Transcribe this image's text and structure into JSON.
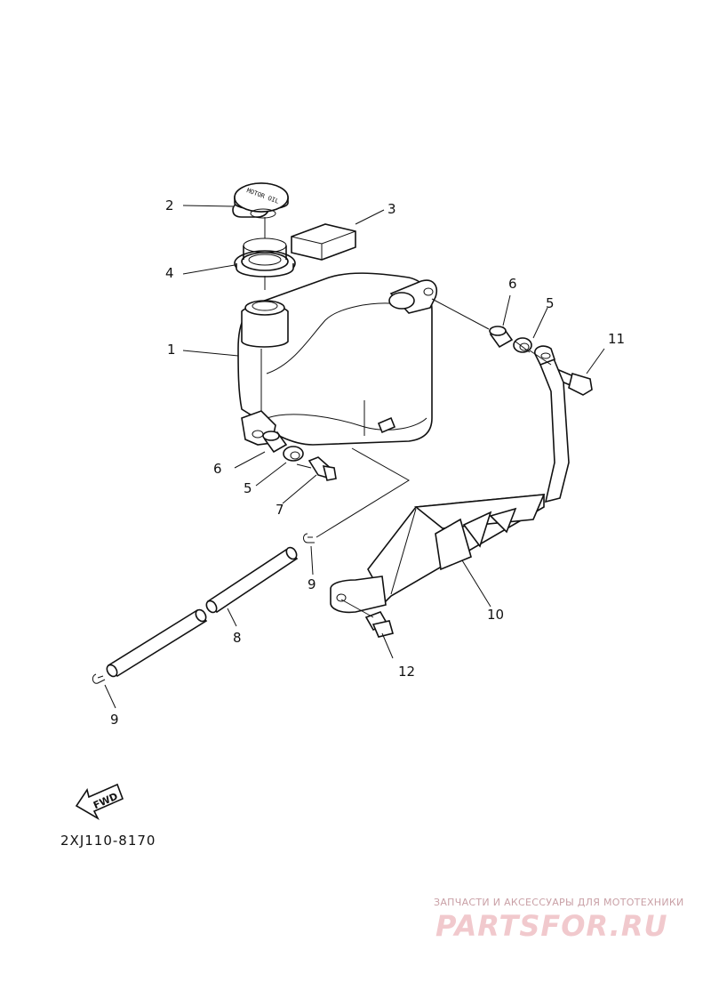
{
  "diagram": {
    "callouts": [
      {
        "id": "c2",
        "text": "2"
      },
      {
        "id": "c3",
        "text": "3"
      },
      {
        "id": "c4",
        "text": "4"
      },
      {
        "id": "c1",
        "text": "1"
      },
      {
        "id": "c6a",
        "text": "6"
      },
      {
        "id": "c5a",
        "text": "5"
      },
      {
        "id": "c11",
        "text": "11"
      },
      {
        "id": "c6b",
        "text": "6"
      },
      {
        "id": "c5b",
        "text": "5"
      },
      {
        "id": "c7",
        "text": "7"
      },
      {
        "id": "c9a",
        "text": "9"
      },
      {
        "id": "c10",
        "text": "10"
      },
      {
        "id": "c8",
        "text": "8"
      },
      {
        "id": "c12",
        "text": "12"
      },
      {
        "id": "c9b",
        "text": "9"
      }
    ],
    "cap_marking": "MOTOR OIL",
    "direction_marker": "FWD",
    "diagram_code": "2XJ110-8170"
  },
  "watermark": {
    "subtitle": "ЗАПЧАСТИ И АКСЕССУАРЫ ДЛЯ МОТОТЕХНИКИ",
    "logo": "PARTSFOR.RU"
  }
}
